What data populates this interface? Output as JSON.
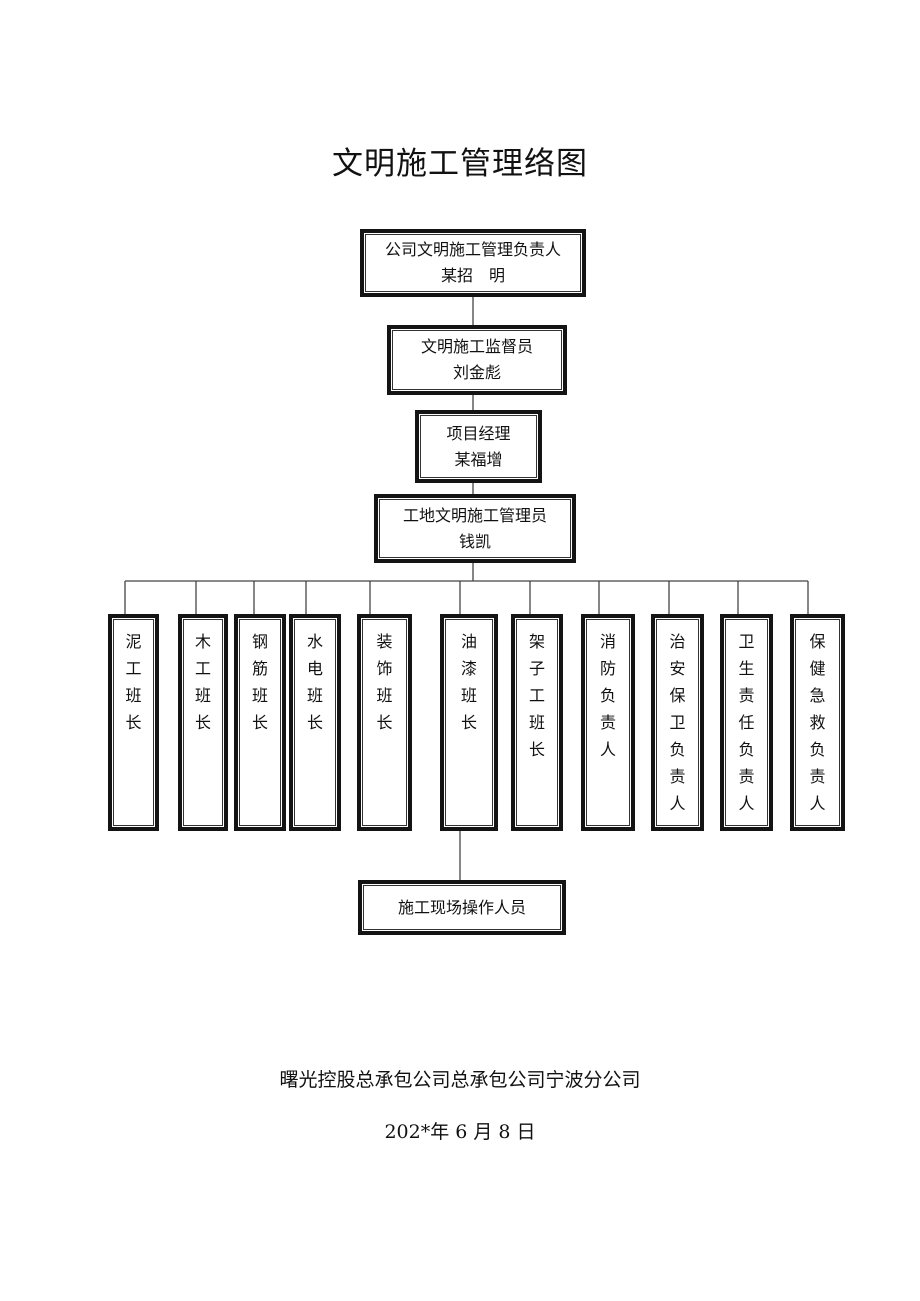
{
  "title": "文明施工管理络图",
  "nodes": {
    "head": {
      "role": "公司文明施工管理负责人",
      "name": "某招　明"
    },
    "supervisor": {
      "role": "文明施工监督员",
      "name": "刘金彪"
    },
    "pm": {
      "role": "项目经理",
      "name": "某福增"
    },
    "site_manager": {
      "role": "工地文明施工管理员",
      "name": "钱凯"
    }
  },
  "teams": [
    "泥工班长",
    "木工班长",
    "钢筋班长",
    "水电班长",
    "装饰班长",
    "油漆班长",
    "架子工班长",
    "消防负责人",
    "治安保卫负责人",
    "卫生责任负责人",
    "保健急救负责人"
  ],
  "workers": "施工现场操作人员",
  "footer": {
    "company": "曙光控股总承包公司总承包公司宁波分公司",
    "date": "202*年 6 月 8 日"
  }
}
